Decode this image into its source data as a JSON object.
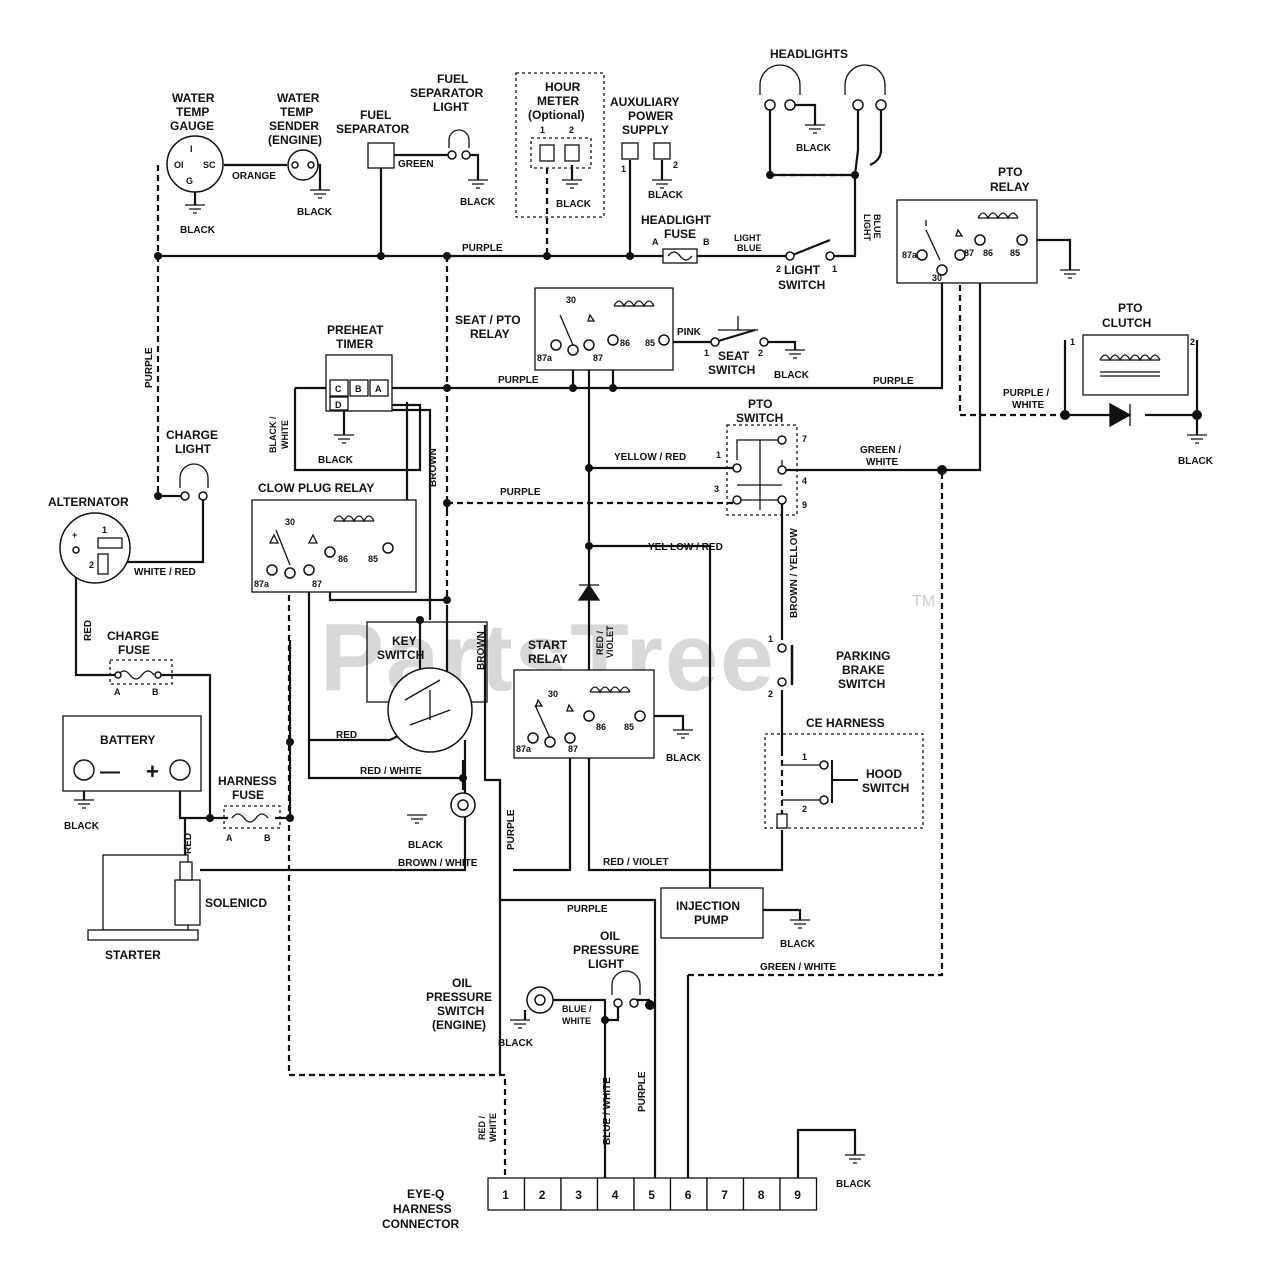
{
  "components": {
    "headlights": "HEADLIGHTS",
    "pto_relay": [
      "PTO",
      "RELAY"
    ],
    "pto_clutch": [
      "PTO",
      "CLUTCH"
    ],
    "water_temp_gauge": [
      "WATER",
      "TEMP",
      "GAUGE"
    ],
    "water_temp_sender": [
      "WATER",
      "TEMP",
      "SENDER",
      "(ENGINE)"
    ],
    "fuel_separator": [
      "FUEL",
      "SEPARATOR"
    ],
    "fuel_separator_light": [
      "FUEL",
      "SEPARATOR",
      "LIGHT"
    ],
    "hour_meter": [
      "HOUR",
      "METER",
      "(Optional)"
    ],
    "aux_power": [
      "AUXULIARY",
      "POWER",
      "SUPPLY"
    ],
    "headlight_fuse": [
      "HEADLIGHT",
      "FUSE"
    ],
    "light_switch": [
      "LIGHT",
      "SWITCH"
    ],
    "seat_pto_relay": [
      "SEAT / PTO",
      "RELAY"
    ],
    "seat_switch": [
      "SEAT",
      "SWITCH"
    ],
    "preheat_timer": [
      "PREHEAT",
      "TIMER"
    ],
    "charge_light": [
      "CHARGE",
      "LIGHT"
    ],
    "alternator": "ALTERNATOR",
    "glow_plug_relay": "CLOW PLUG RELAY",
    "pto_switch": [
      "PTO",
      "SWITCH"
    ],
    "key_switch": [
      "KEY",
      "SWITCH"
    ],
    "start_relay": [
      "START",
      "RELAY"
    ],
    "parking_brake": [
      "PARKING",
      "BRAKE",
      "SWITCH"
    ],
    "charge_fuse": [
      "CHARGE",
      "FUSE"
    ],
    "battery": "BATTERY",
    "harness_fuse": [
      "HARNESS",
      "FUSE"
    ],
    "ce_harness": "CE HARNESS",
    "hood_switch": [
      "HOOD",
      "SWITCH"
    ],
    "solenoid": "SOLENICD",
    "starter": "STARTER",
    "injection_pump": [
      "INJECTION",
      "PUMP"
    ],
    "oil_pressure_light": [
      "OIL",
      "PRESSURE",
      "LIGHT"
    ],
    "oil_pressure_switch": [
      "OIL",
      "PRESSURE",
      "SWITCH",
      "(ENGINE)"
    ],
    "eyeq_connector": [
      "EYE-Q",
      "HARNESS",
      "CONNECTOR"
    ]
  },
  "wires": {
    "black": "BLACK",
    "orange": "ORANGE",
    "green": "GREEN",
    "purple": "PURPLE",
    "light_blue": [
      "LIGHT",
      "BLUE"
    ],
    "pink": "PINK",
    "black_white": [
      "BLACK /",
      "WHITE"
    ],
    "brown": "BROWN",
    "yellow_red": "YELLOW / RED",
    "yellow_red_2": "YEL LOW / RED",
    "green_white": [
      "GREEN /",
      "WHITE"
    ],
    "green_white_2": "GREEN / WHITE",
    "purple_white": [
      "PURPLE /",
      "WHITE"
    ],
    "white_red": "WHITE / RED",
    "red": "RED",
    "red_white": "RED / WHITE",
    "red_white_v": [
      "RED /",
      "WHITE"
    ],
    "red_violet": "RED / VIOLET",
    "red_violet_v": [
      "RED /",
      "VIOLET"
    ],
    "brown_yellow": "BROWN / YELLOW",
    "brown_white": "BROWN / WHITE",
    "blue_white": [
      "BLUE /",
      "WHITE"
    ],
    "blue_white_v": "BLUE / WHITE"
  },
  "pins": {
    "gauge": [
      "I",
      "OI",
      "SC",
      "G"
    ],
    "hour_meter": [
      "1",
      "2"
    ],
    "aux": [
      "1",
      "2"
    ],
    "fuse_ab": [
      "A",
      "B"
    ],
    "light_switch": [
      "2",
      "1"
    ],
    "relay": [
      "30",
      "87a",
      "87",
      "86",
      "85"
    ],
    "pto_relay": [
      "87a",
      "30",
      "87",
      "86",
      "85"
    ],
    "seat_switch": [
      "1",
      "2"
    ],
    "preheat": [
      "C",
      "B",
      "A",
      "D"
    ],
    "alternator": [
      "+",
      "1",
      "2"
    ],
    "pto_switch": [
      "1",
      "3",
      "7",
      "4",
      "9"
    ],
    "parking_brake": [
      "1",
      "2"
    ],
    "hood_switch": [
      "1",
      "2"
    ],
    "battery": [
      "—",
      "+"
    ],
    "pto_clutch": [
      "1",
      "2"
    ],
    "connector": [
      "1",
      "2",
      "3",
      "4",
      "5",
      "6",
      "7",
      "8",
      "9"
    ]
  },
  "watermark": "PartsTree",
  "trademark": "TM"
}
